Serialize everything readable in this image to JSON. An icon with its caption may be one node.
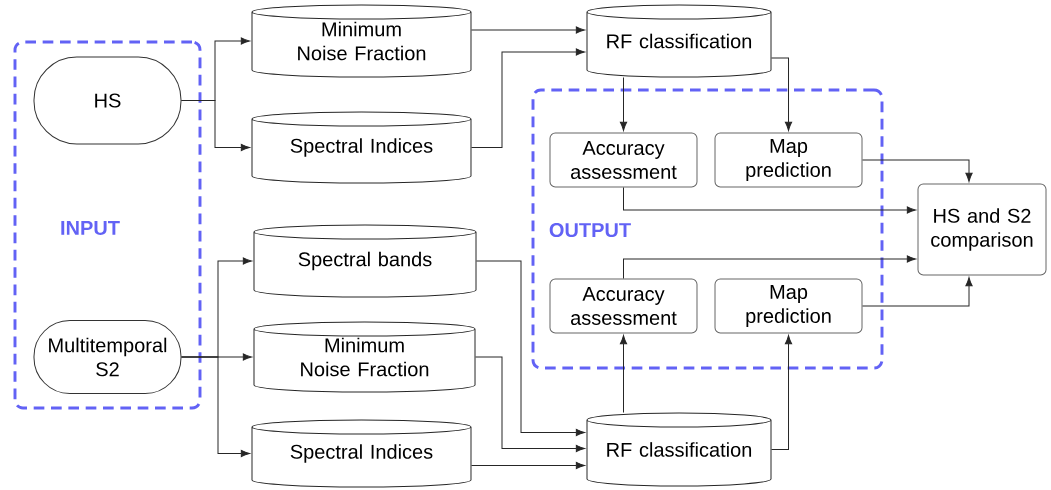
{
  "diagram": {
    "nodes": [
      {
        "text": [
          "INPUT"
        ]
      },
      {
        "text": [
          "HS"
        ],
        "in": 0
      },
      {
        "text": [
          "Multitemporal S2"
        ],
        "in": 0
      },
      {
        "text": [
          "Minimum Noise Fraction"
        ]
      },
      {
        "text": [
          "Spectral Indices"
        ]
      },
      {
        "text": [
          "Spectral bands"
        ]
      },
      {
        "text": [
          "Minimum Noise Fraction"
        ]
      },
      {
        "text": [
          "Spectral Indices"
        ]
      },
      {
        "text": [
          "RF classification"
        ]
      },
      {
        "text": [
          "RF classification"
        ]
      },
      {
        "text": [
          "OUTPUT"
        ]
      },
      {
        "text": [
          "Accuracy assessment"
        ],
        "in": 10
      },
      {
        "text": [
          "Map prediction"
        ],
        "in": 10
      },
      {
        "text": [
          "Accuracy assessment"
        ],
        "in": 10
      },
      {
        "text": [
          "Map prediction"
        ],
        "in": 10
      },
      {
        "text": [
          "HS and S2 comparison"
        ]
      }
    ],
    "edges": [
      {
        "from": 1,
        "to": 3,
        "arrow": "to"
      },
      {
        "from": 1,
        "to": 4,
        "arrow": "to"
      },
      {
        "from": 2,
        "to": 5,
        "arrow": "to"
      },
      {
        "from": 2,
        "to": 6,
        "arrow": "to"
      },
      {
        "from": 2,
        "to": 7,
        "arrow": "to"
      },
      {
        "from": 3,
        "to": 8,
        "arrow": "to"
      },
      {
        "from": 4,
        "to": 8,
        "arrow": "to"
      },
      {
        "from": 5,
        "to": 9,
        "arrow": "to"
      },
      {
        "from": 6,
        "to": 9,
        "arrow": "to"
      },
      {
        "from": 7,
        "to": 9,
        "arrow": "to"
      },
      {
        "from": 8,
        "to": 11,
        "arrow": "to"
      },
      {
        "from": 8,
        "to": 12,
        "arrow": "to"
      },
      {
        "from": 9,
        "to": 13,
        "arrow": "to"
      },
      {
        "from": 9,
        "to": 14,
        "arrow": "to"
      },
      {
        "from": 11,
        "to": 15,
        "arrow": "to"
      },
      {
        "from": 12,
        "to": 15,
        "arrow": "to"
      },
      {
        "from": 13,
        "to": 15,
        "arrow": "to"
      },
      {
        "from": 14,
        "to": 15,
        "arrow": "to"
      }
    ]
  }
}
